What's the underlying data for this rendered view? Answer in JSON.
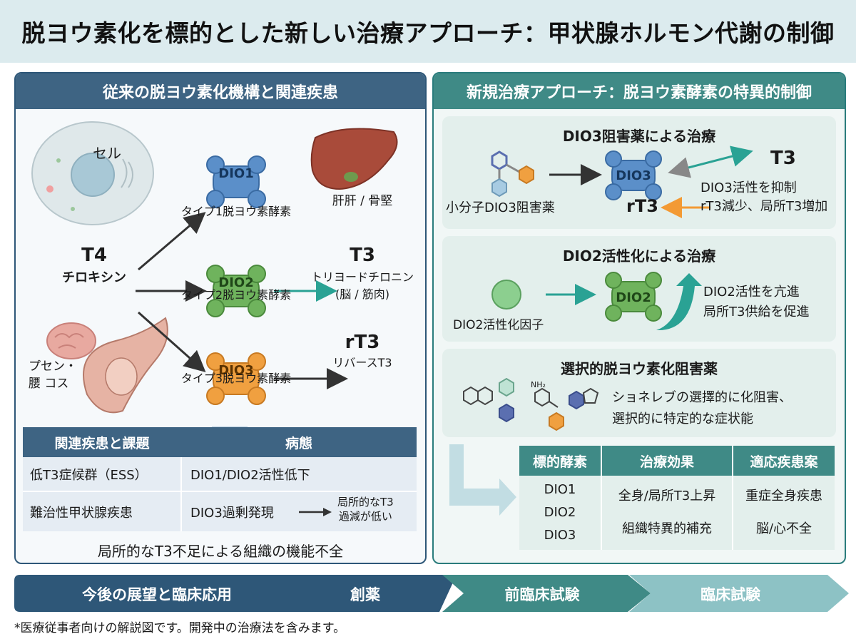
{
  "title": "脱ヨウ素化を標的とした新しい治療アプローチ：甲状腺ホルモン代謝の制御",
  "left_panel": {
    "header": "従来の脱ヨウ素化機構と関連疾患",
    "cell_label": "セル",
    "liver_label": "肝肝 / 骨堅",
    "placenta_label_1": "プセン・",
    "placenta_label_2": "腰 コス",
    "t4_title": "T4",
    "t4_name": "チロキシン",
    "dio1": {
      "name": "DIO1",
      "desc": "タイプ1脱ヨウ素酵素"
    },
    "dio2": {
      "name": "DIO2",
      "desc": "タイプ2脱ヨウ素酵素"
    },
    "dio3": {
      "name": "DIO3",
      "desc": "タイプ3脱ヨウ素酵素"
    },
    "t3_title": "T3",
    "t3_name": "トリヨードチロニン",
    "t3_sites": "(脳 / 筋肉)",
    "rt3_title": "rT3",
    "rt3_name": "リバースT3",
    "table_headers": [
      "関連疾患と課題",
      "病態"
    ],
    "table_rows": [
      {
        "disease": "低T3症候群（ESS）",
        "pathology": "DIO1/DIO2活性低下"
      },
      {
        "disease": "難治性甲状腺疾患",
        "pathology": "DIO3過剰発現"
      }
    ],
    "row2_note_1": "局所的なT3",
    "row2_note_2": "過減が低い",
    "bottom_text": "局所的なT3不足による組織の機能不全"
  },
  "right_panel": {
    "header": "新規治療アプローチ：脱ヨウ素酵素の特異的制御",
    "box1": {
      "title": "DIO3阻害薬による治療",
      "inhibitor_label": "小分子DIO3阻害薬",
      "enzyme": "DIO3",
      "t3": "T3",
      "rt3": "rT3",
      "effect_1": "DIO3活性を抑制",
      "effect_2": "rT3減少、局所T3増加"
    },
    "box2": {
      "title": "DIO2活性化による治療",
      "activator_label": "DIO2活性化因子",
      "enzyme": "DIO2",
      "effect_1": "DIO2活性を亢進",
      "effect_2": "局所T3供給を促進"
    },
    "box3": {
      "title": "選択的脱ヨウ素化阻害薬",
      "text_1": "ショネレブの選擇的に化阻害、",
      "text_2": "選択的に特定的な症状能",
      "nh2_label": "NH₂"
    },
    "table_headers": [
      "標的酵素",
      "治療効果",
      "適応疾患案"
    ],
    "enzymes": [
      "DIO1",
      "DIO2",
      "DIO3"
    ],
    "effects": [
      "全身/局所T3上昇",
      "組織特異的補充"
    ],
    "indications": [
      "重症全身疾患",
      "脳/心不全"
    ]
  },
  "footer": {
    "steps": [
      "今後の展望と臨床応用",
      "創薬",
      "前臨床試験",
      "臨床試験"
    ]
  },
  "note": "*医療従事者向けの解説図です。開発中の治療法を含みます。",
  "colors": {
    "dio1": "#5b8fc9",
    "dio2": "#6fb35d",
    "dio3": "#f0a040",
    "left_header": "#3e6483",
    "right_header": "#3f8a86",
    "teal_arrow": "#2aa294",
    "orange_arrow": "#f39a34"
  }
}
